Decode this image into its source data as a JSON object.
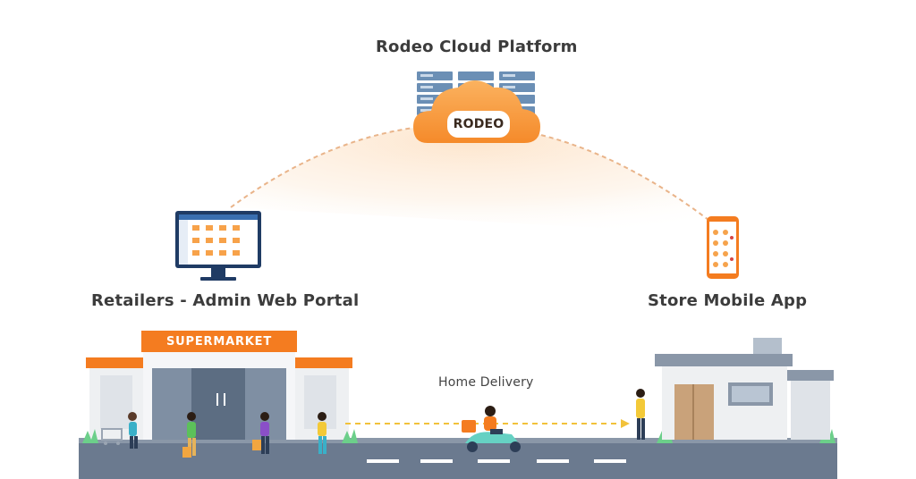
{
  "diagram": {
    "title": "Rodeo Cloud Platform",
    "cloud_logo": "RODEO",
    "left_node_label": "Retailers - Admin Web Portal",
    "right_node_label": "Store Mobile App",
    "store_sign": "SUPERMARKET",
    "delivery_label": "Home Delivery"
  },
  "colors": {
    "accent_orange": "#f47c20",
    "cloud_orange": "#f9a24a",
    "server_blue": "#6b8fb5",
    "monitor_blue": "#3a6fb0",
    "road": "#6b7a8f",
    "building_wall": "#eef0f2"
  }
}
